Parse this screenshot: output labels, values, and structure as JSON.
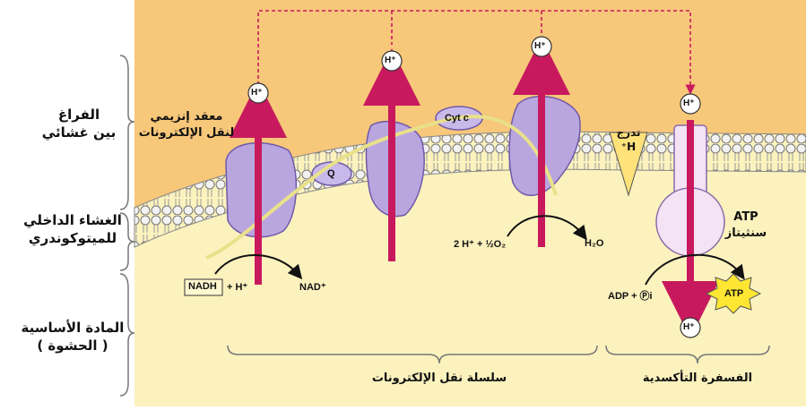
{
  "regions": {
    "intermembrane_space": "الفراغ\nبين غشائي",
    "inner_membrane": "الغشاء الداخلي\nللميتوكوندري",
    "matrix": "المادة الأساسية\n( الحشوة )"
  },
  "labels": {
    "enzyme_complex": "معقد إنزيمي\nلنقل الإلكترونات",
    "gradient": "تدرج\nH⁺",
    "atp_synthase": "ATP\nسنثيتاز",
    "q": "Q",
    "cyt_c": "Cyt c",
    "nadh": "NADH",
    "nadh_h": "+ H⁺",
    "nad": "NAD⁺",
    "water_input": "2 H⁺ + ½O₂",
    "water": "H₂O",
    "adp": "ADP + Ⓟi",
    "atp": "ATP",
    "proton": "H⁺"
  },
  "brackets": {
    "electron_transport_chain": "سلسلة نقل الإلكترونات",
    "oxidative_phosphorylation": "الفسفرة التأكسدية"
  },
  "colors": {
    "intermembrane": "#f7c77a",
    "matrix": "#fcf2be",
    "protein": "#b9a6df",
    "arrow": "#c8195e",
    "electron_path": "#e9e18a"
  }
}
